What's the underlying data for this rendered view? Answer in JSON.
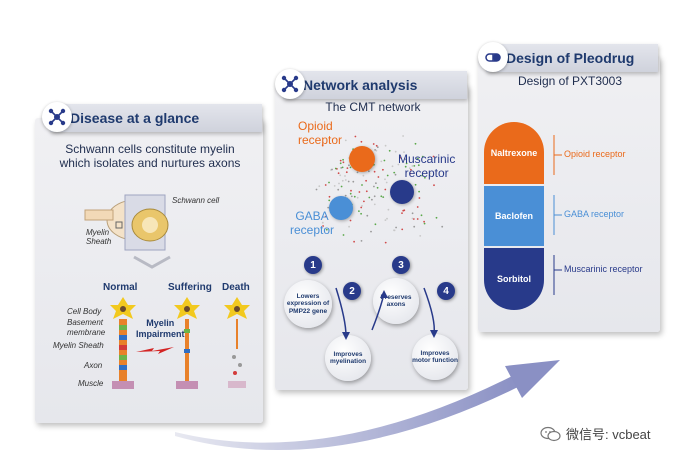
{
  "panel1": {
    "title": "Disease at a glance",
    "subtitle_line1": "Schwann cells constitute myelin",
    "subtitle_line2": "which isolates and nurtures axons",
    "schwann_cell_label": "Schwann cell",
    "myelin_sheath_label_1": "Myelin",
    "myelin_sheath_label_2": "Sheath",
    "stages": [
      "Normal",
      "Suffering",
      "Death"
    ],
    "anatomy_labels": [
      "Cell Body",
      "Basement",
      "membrane",
      "Myelin Sheath",
      "Axon",
      "Muscle"
    ],
    "impairment_line1": "Myelin",
    "impairment_line2": "Impairment"
  },
  "panel2": {
    "title": "Network analysis",
    "subtitle": "The CMT network",
    "receptors": {
      "opioid_1": "Opioid",
      "opioid_2": "receptor",
      "muscarinic_1": "Muscarinic",
      "muscarinic_2": "receptor",
      "gaba_1": "GABA",
      "gaba_2": "receptor"
    },
    "steps": [
      {
        "number": "1",
        "text": "Lowers expression of PMP22 gene"
      },
      {
        "number": "2",
        "text": "Improves myelination"
      },
      {
        "number": "3",
        "text": "Preserves axons"
      },
      {
        "number": "4",
        "text": "Improves motor function"
      }
    ]
  },
  "panel3": {
    "title": "Design of Pleodrug",
    "subtitle": "Design of PXT3003",
    "components": [
      {
        "drug": "Naltrexone",
        "target": "Opioid receptor",
        "color": "#ea6a1b"
      },
      {
        "drug": "Baclofen",
        "target": "GABA receptor",
        "color": "#4a8fd6"
      },
      {
        "drug": "Sorbitol",
        "target": "Muscarinic receptor",
        "color": "#283a8a"
      }
    ]
  },
  "watermark": "微信号: vcbeat",
  "colors": {
    "orange": "#ea6a1b",
    "blue": "#4a8fd6",
    "navy": "#283a8a",
    "title_blue": "#1f3a6e"
  }
}
